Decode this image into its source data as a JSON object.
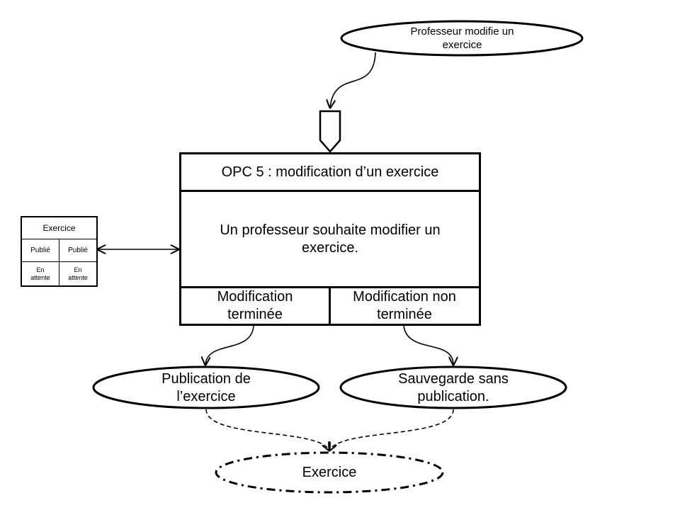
{
  "start_event": {
    "text": "Professeur modifie un exercice"
  },
  "operation": {
    "title": "OPC 5 : modification d’un exercice",
    "description": "Un professeur souhaite modifier un exercice.",
    "outcome_left": "Modification terminée",
    "outcome_right": "Modification non terminée"
  },
  "result_left": {
    "text": "Publication de l’exercice"
  },
  "result_right": {
    "text": "Sauvegarde sans publication."
  },
  "final_state": {
    "text": "Exercice"
  },
  "resource_table": {
    "header": "Exercice",
    "row1": [
      "Publié",
      "Publié"
    ],
    "row2": [
      "En attente",
      "En attente"
    ]
  }
}
